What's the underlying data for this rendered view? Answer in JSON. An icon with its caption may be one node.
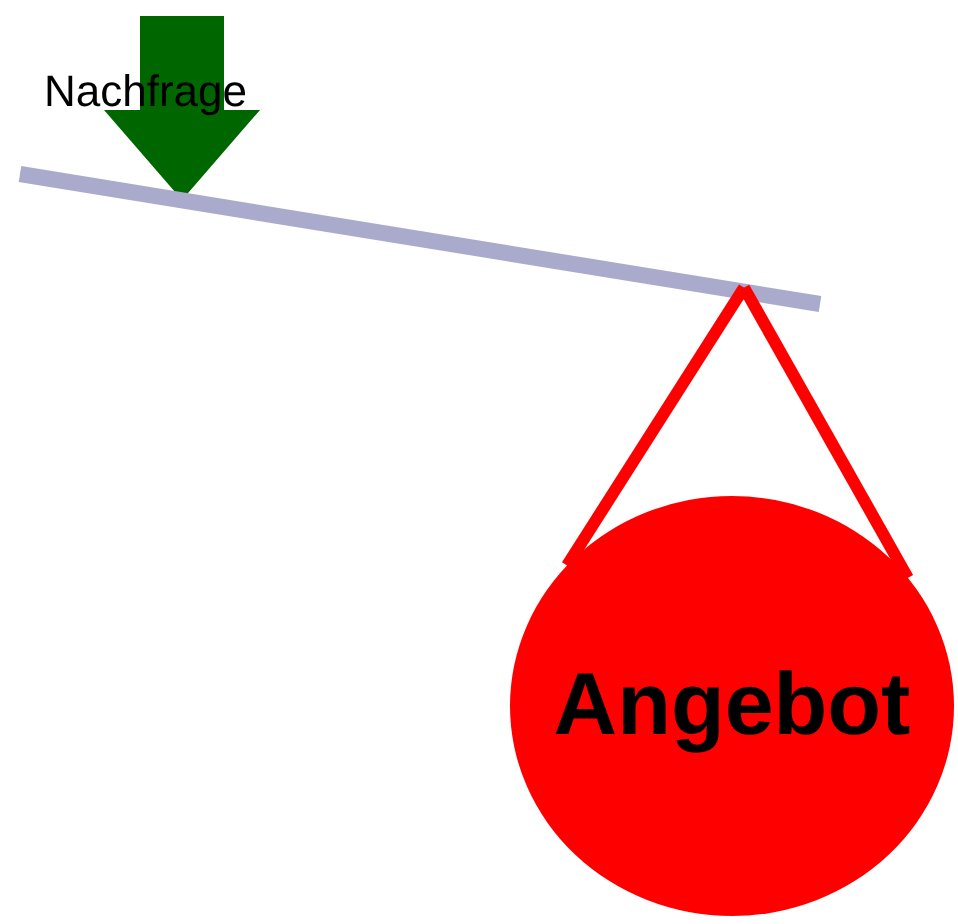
{
  "diagram": {
    "nodes": [
      {
        "text": [],
        "shape": "bar"
      },
      {
        "text": [
          "Angebot"
        ]
      }
    ],
    "edges": [
      {
        "from": 1,
        "to": 0,
        "arrow": "none"
      },
      {
        "from": 1,
        "to": 0,
        "arrow": "none"
      }
    ],
    "labels": [
      "Nachfrage"
    ]
  }
}
